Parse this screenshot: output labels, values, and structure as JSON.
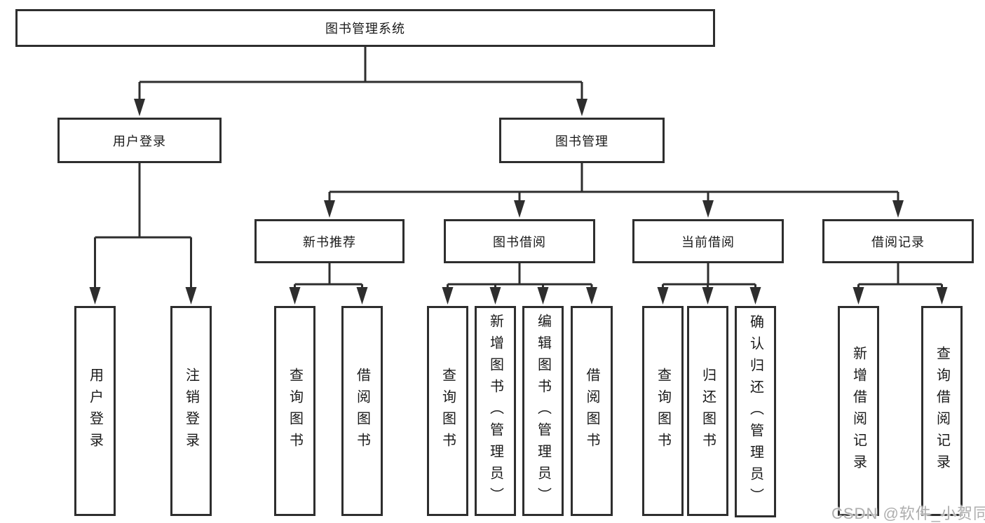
{
  "tree": {
    "label": "图书管理系统",
    "children": [
      {
        "label": "用户登录",
        "children": [
          {
            "label": "用户登录"
          },
          {
            "label": "注销登录"
          }
        ]
      },
      {
        "label": "图书管理",
        "children": [
          {
            "label": "新书推荐",
            "children": [
              {
                "label": "查询图书"
              },
              {
                "label": "借阅图书"
              }
            ]
          },
          {
            "label": "图书借阅",
            "children": [
              {
                "label": "查询图书"
              },
              {
                "label": "新增图书（管理员）"
              },
              {
                "label": "编辑图书（管理员）"
              },
              {
                "label": "借阅图书"
              }
            ]
          },
          {
            "label": "当前借阅",
            "children": [
              {
                "label": "查询图书"
              },
              {
                "label": "归还图书"
              },
              {
                "label": "确认归还（管理员）"
              }
            ]
          },
          {
            "label": "借阅记录",
            "children": [
              {
                "label": "新增借阅记录"
              },
              {
                "label": "查询借阅记录"
              }
            ]
          }
        ]
      }
    ]
  },
  "watermark": {
    "text": "CSDN @软件_小贺同学"
  },
  "colors": {
    "line": "#2e2e2e",
    "box_border": "#2e2e2e",
    "text": "#1a1a1a",
    "background": "#ffffff",
    "watermark": "#aeaeae"
  }
}
